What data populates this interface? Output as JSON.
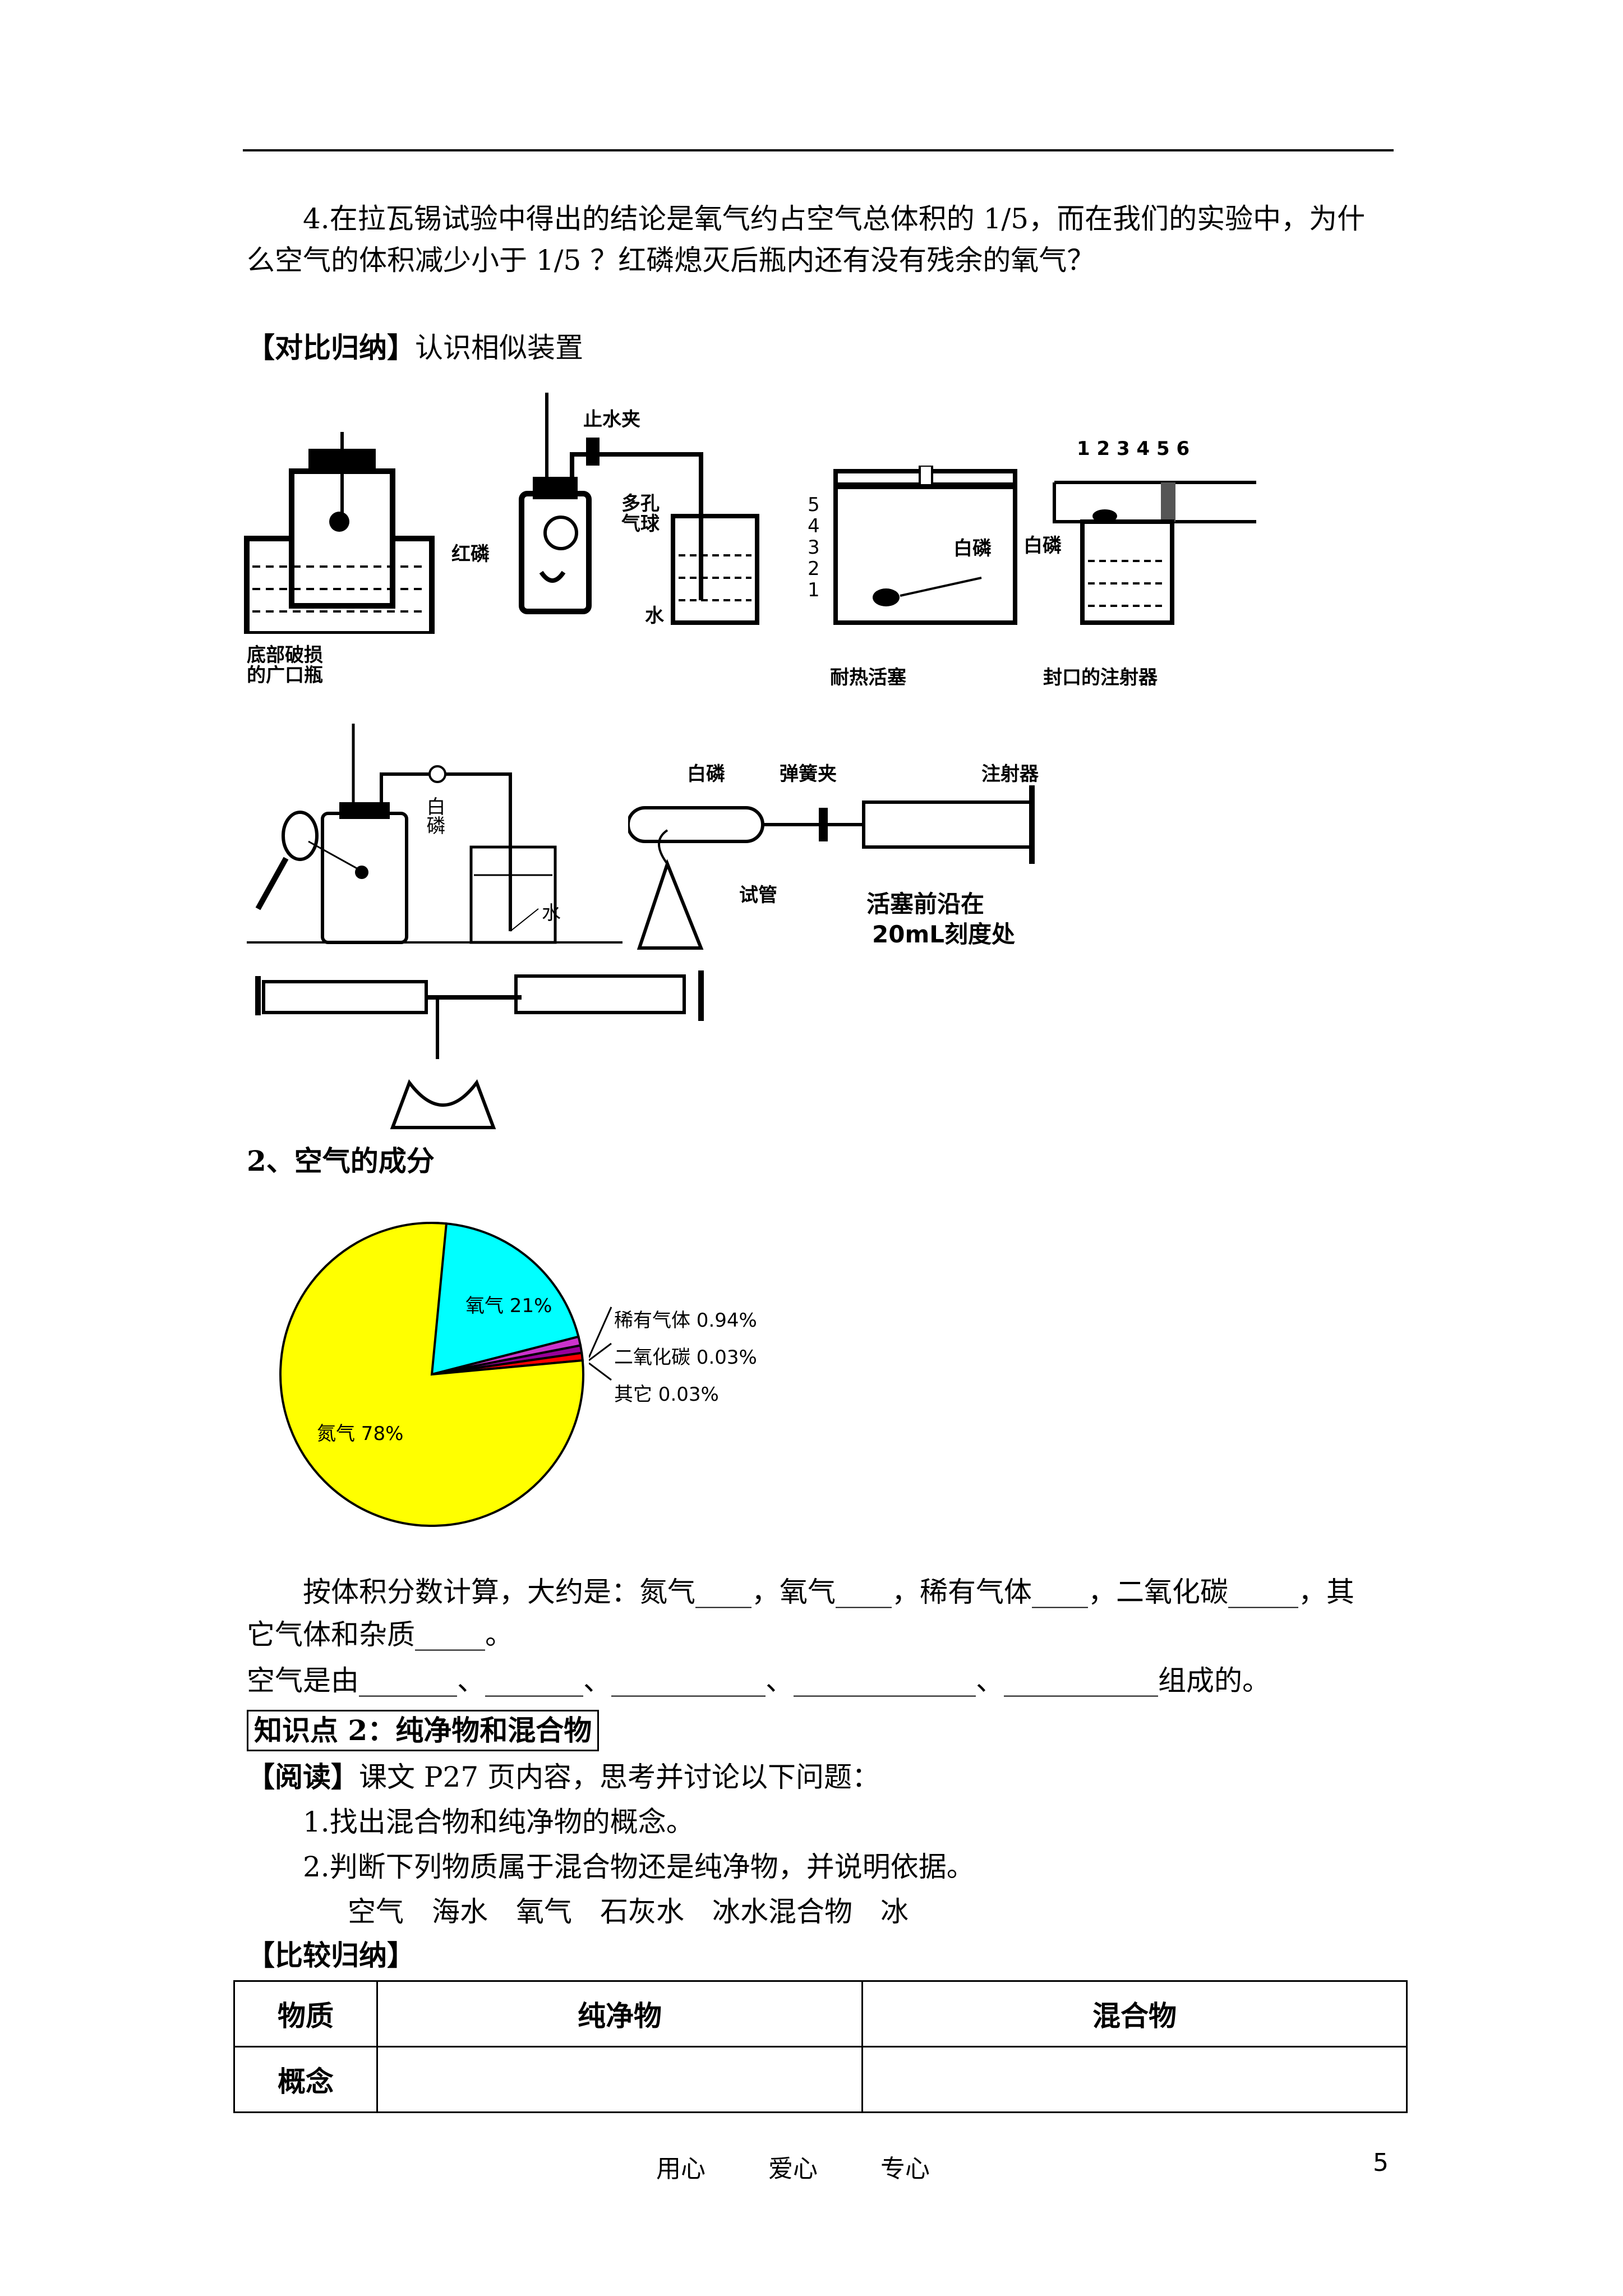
{
  "question4": {
    "line1": "4.在拉瓦锡试验中得出的结论是氧气约占空气总体积的 1/5，而在我们的实验中，为什",
    "line2": "么空气的体积减少小于 1/5 ？红磷熄灭后瓶内还有没有残余的氧气？"
  },
  "compare": {
    "bracket": "【对比归纳】",
    "text": "认识相似装置"
  },
  "diagrams": {
    "d1_caption_line1": "底部破损",
    "d1_caption_line2": "的广口瓶",
    "d2_clip": "止水夹",
    "d2_porous1": "多孔",
    "d2_porous2": "气球",
    "d2_redp": "红磷",
    "d2_water": "水",
    "d3_whitep": "白磷",
    "d3_scale": [
      "5",
      "4",
      "3",
      "2",
      "1"
    ],
    "d3_caption": "耐热活塞",
    "d4_scale": "1 2 3 4 5 6",
    "d4_whitep": "白磷",
    "d4_caption": "封口的注射器",
    "d5_whitep": "白磷",
    "d5_water": "水",
    "d6_whitep": "白磷",
    "d6_clip": "弹簧夹",
    "d6_syringe": "注射器",
    "d6_tube": "试管",
    "d6_note1": "活塞前沿在",
    "d6_note2": "20mL刻度处"
  },
  "section2": {
    "title": "2、空气的成分"
  },
  "chart_data": {
    "type": "pie",
    "slices": [
      {
        "label": "氮气 78%",
        "value": 78,
        "color": "#ffff00"
      },
      {
        "label": "氧气 21%",
        "value": 21,
        "color": "#00ffff"
      },
      {
        "label": "稀有气体 0.94%",
        "value": 0.94,
        "color": "#cc33cc"
      },
      {
        "label": "二氧化碳 0.03%",
        "value": 0.03,
        "color": "#990099"
      },
      {
        "label": "其它 0.03%",
        "value": 0.03,
        "color": "#ff0000"
      }
    ]
  },
  "fill": {
    "line1": "按体积分数计算，大约是：氮气____，氧气____，稀有气体____，二氧化碳_____，其",
    "line2": "它气体和杂质_____。",
    "line3": "空气是由_______、_______、___________、_____________、___________组成的。"
  },
  "kp2": {
    "title": "知识点 2：纯净物和混合物"
  },
  "reading": {
    "bracket": "【阅读】",
    "text": "课文 P27 页内容，思考并讨论以下问题：",
    "item1": "1.找出混合物和纯净物的概念。",
    "item2": "2.判断下列物质属于混合物还是纯净物，并说明依据。",
    "substances": "空气　海水　氧气　石灰水　冰水混合物　冰"
  },
  "summary": {
    "title": "【比较归纳】"
  },
  "table": {
    "headers": [
      "物质",
      "纯净物",
      "混合物"
    ],
    "row1": [
      "概念",
      "",
      ""
    ]
  },
  "footer": {
    "m1": "用心",
    "m2": "爱心",
    "m3": "专心",
    "page": "5"
  }
}
